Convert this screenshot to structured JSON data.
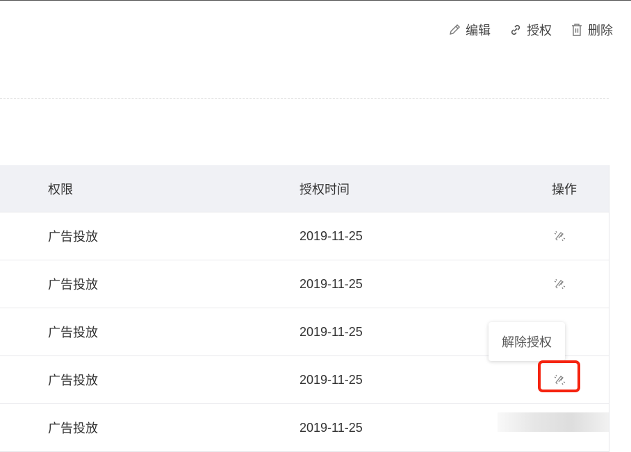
{
  "toolbar": {
    "edit": "编辑",
    "authorize": "授权",
    "delete": "删除"
  },
  "table": {
    "headers": [
      "权限",
      "授权时间",
      "操作"
    ],
    "rows": [
      {
        "permission": "广告投放",
        "time": "2019-11-25"
      },
      {
        "permission": "广告投放",
        "time": "2019-11-25"
      },
      {
        "permission": "广告投放",
        "time": "2019-11-25"
      },
      {
        "permission": "广告投放",
        "time": "2019-11-25"
      },
      {
        "permission": "广告投放",
        "time": "2019-11-25"
      }
    ]
  },
  "tooltip": "解除授权",
  "colors": {
    "highlight": "#f5230f",
    "header_bg": "#f0f1f5"
  }
}
